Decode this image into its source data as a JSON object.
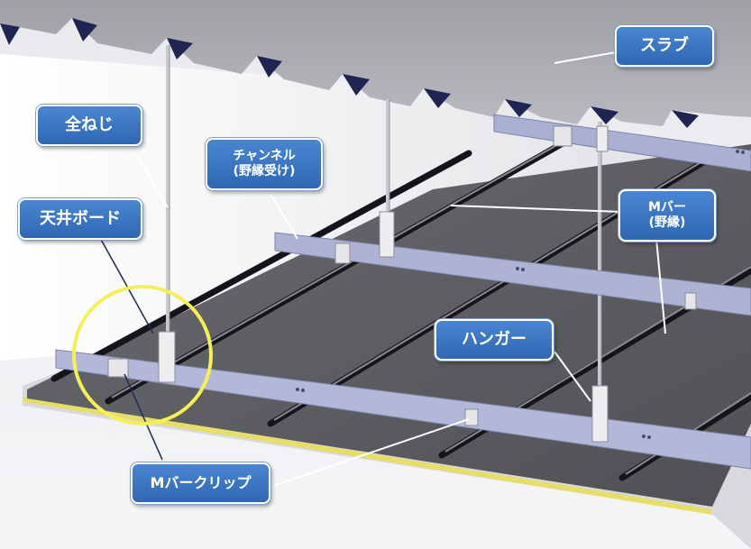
{
  "labels": {
    "slab": "スラブ",
    "threaded_rod": "全ねじ",
    "channel_line1": "チャンネル",
    "channel_line2": "(野縁受け)",
    "ceiling_board": "天井ボード",
    "m_bar_line1": "Mバー",
    "m_bar_line2": "(野縁)",
    "hanger": "ハンガー",
    "m_bar_clip": "Mバークリップ"
  },
  "colors": {
    "callout_fill": "#3b76c2",
    "slab": "#a9aab0",
    "board": "#5c5d60",
    "channel": "#aeb3d4",
    "highlight_circle": "#f4f05a"
  }
}
